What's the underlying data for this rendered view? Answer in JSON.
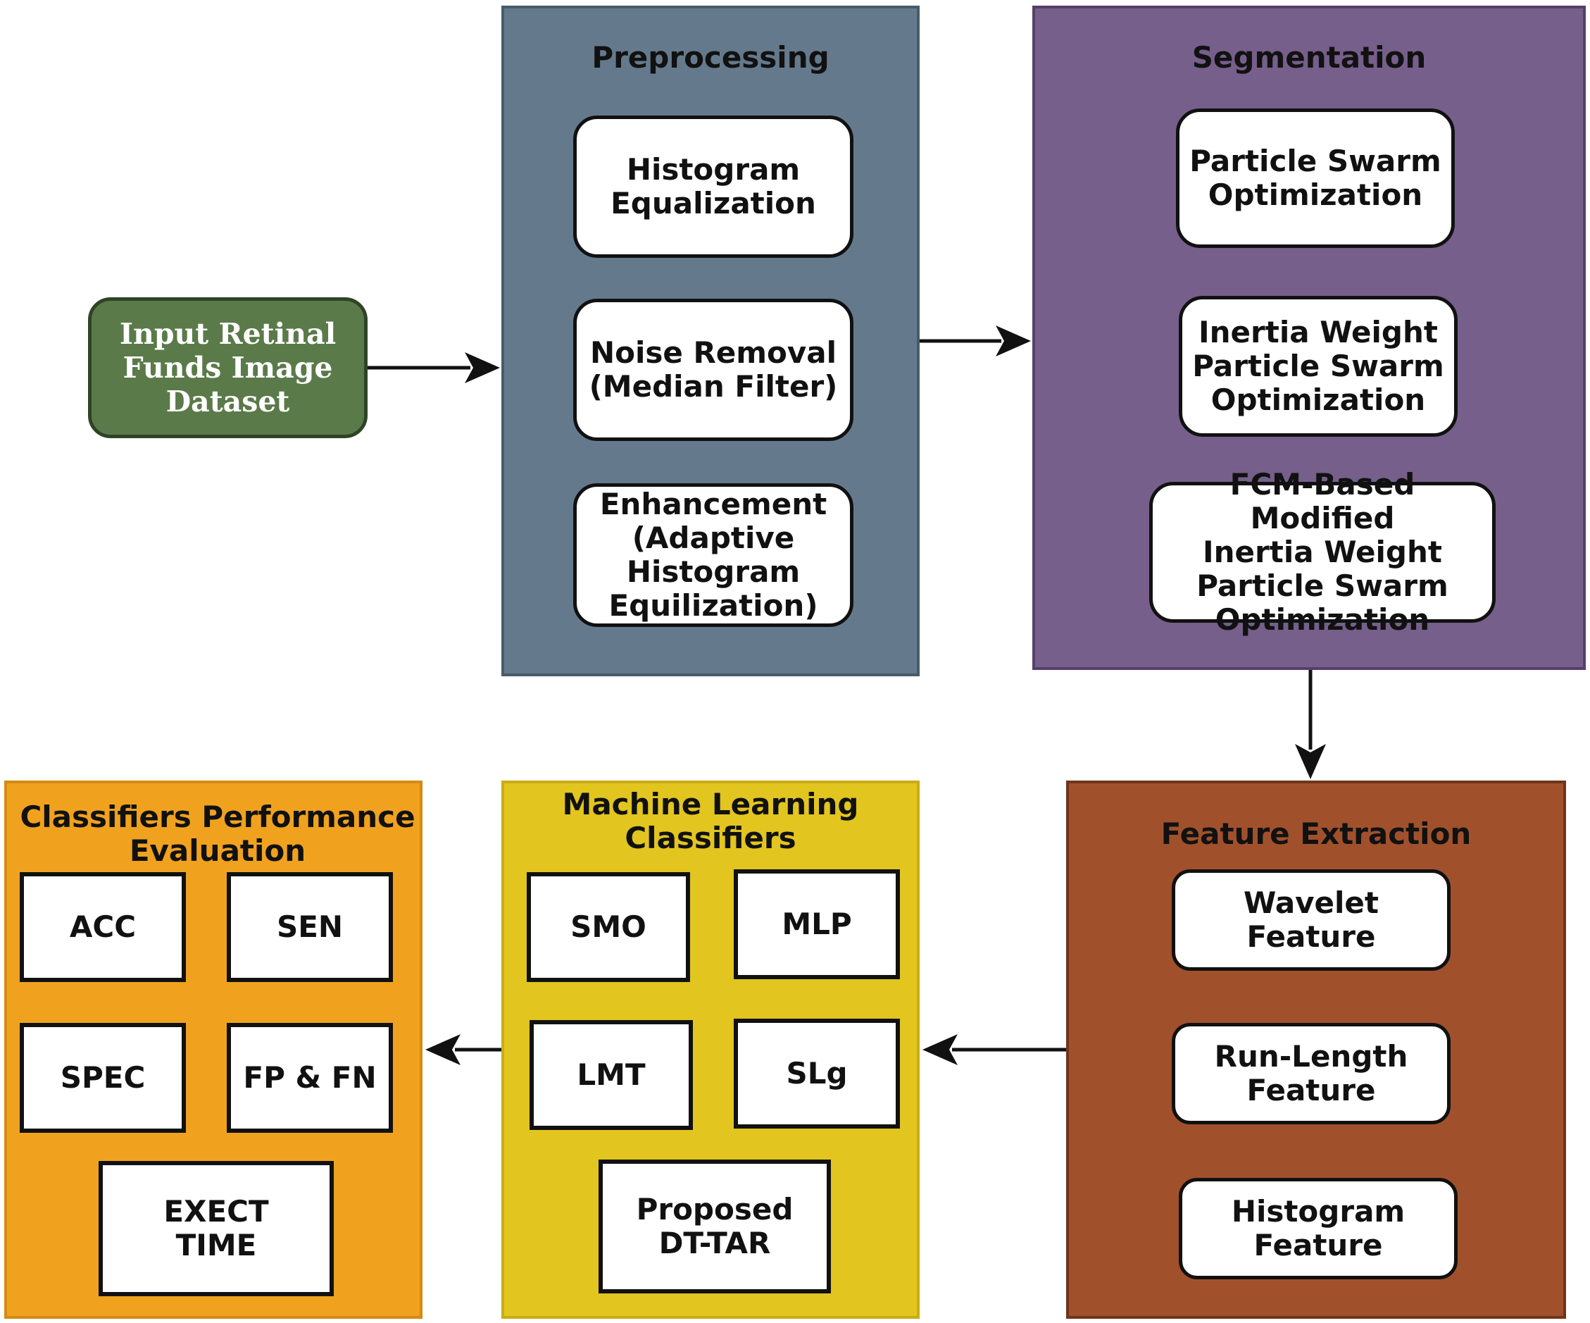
{
  "input": {
    "label": "Input Retinal\nFunds Image\nDataset"
  },
  "preprocessing": {
    "title": "Preprocessing",
    "items": [
      "Histogram\nEqualization",
      "Noise Removal\n(Median Filter)",
      "Enhancement\n(Adaptive\nHistogram\nEquilization)"
    ]
  },
  "segmentation": {
    "title": "Segmentation",
    "items": [
      "Particle Swarm\nOptimization",
      "Inertia Weight\nParticle Swarm\nOptimization",
      "FCM-Based Modified\nInertia Weight\nParticle Swarm\nOptimization"
    ]
  },
  "feature_extraction": {
    "title": "Feature Extraction",
    "items": [
      "Wavelet Feature",
      "Run-Length\nFeature",
      "Histogram\nFeature"
    ]
  },
  "ml_classifiers": {
    "title": "Machine Learning\nClassifiers",
    "items": [
      "SMO",
      "MLP",
      "LMT",
      "SLg",
      "Proposed\nDT-TAR"
    ]
  },
  "evaluation": {
    "title": "Classifiers Performance\nEvaluation",
    "items": [
      "ACC",
      "SEN",
      "SPEC",
      "FP & FN",
      "EXECT\nTIME"
    ]
  },
  "colors": {
    "input": "#5a7a4a",
    "preprocessing": "#647a8c",
    "segmentation": "#765f8b",
    "feature_extraction": "#a0512c",
    "ml_classifiers": "#e2c51f",
    "evaluation": "#f0a21f"
  }
}
